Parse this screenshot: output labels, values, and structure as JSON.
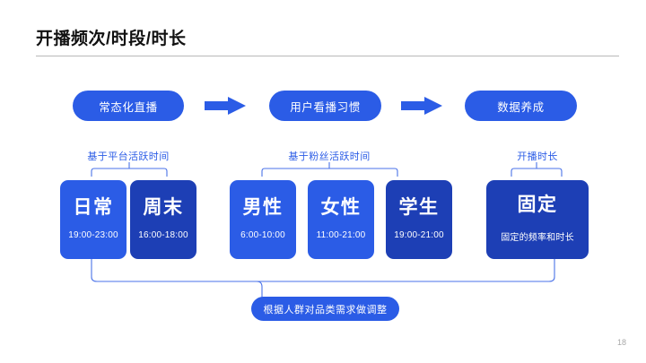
{
  "slide": {
    "title": "开播频次/时段/时长",
    "page_number": "18",
    "accent_color": "#2b5ce6",
    "accent_dark_color": "#1d3fb5"
  },
  "flow": {
    "steps": [
      {
        "label": "常态化直播"
      },
      {
        "label": "用户看播习惯"
      },
      {
        "label": "数据养成"
      }
    ],
    "arrows": [
      {
        "name": "arrow-right-icon"
      },
      {
        "name": "arrow-right-icon"
      }
    ]
  },
  "groups": [
    {
      "caption": "基于平台活跃时间"
    },
    {
      "caption": "基于粉丝活跃时间"
    },
    {
      "caption": "开播时长"
    }
  ],
  "cards": [
    {
      "title": "日常",
      "subtitle": "19:00-23:00",
      "tone": "light"
    },
    {
      "title": "周末",
      "subtitle": "16:00-18:00",
      "tone": "dark"
    },
    {
      "title": "男性",
      "subtitle": "6:00-10:00",
      "tone": "light"
    },
    {
      "title": "女性",
      "subtitle": "11:00-21:00",
      "tone": "light"
    },
    {
      "title": "学生",
      "subtitle": "19:00-21:00",
      "tone": "dark"
    },
    {
      "title": "固定",
      "subtitle": "固定的频率和时长",
      "tone": "dark"
    }
  ],
  "summary": {
    "label": "根据人群对品类需求做调整"
  }
}
